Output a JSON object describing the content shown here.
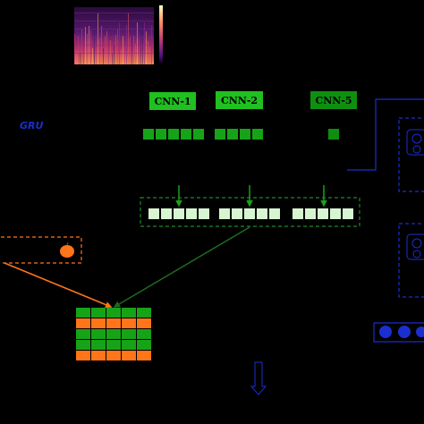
{
  "cnn_blocks": [
    {
      "label": "CNN-1",
      "color": "#1fc01f",
      "feature_count": 5
    },
    {
      "label": "CNN-2",
      "color": "#1fc01f",
      "feature_count": 4
    },
    {
      "label": "CNN-5",
      "color": "#0f8f0f",
      "feature_count": 1
    }
  ],
  "gru_label": "GRU",
  "pooled_feature_groups": [
    5,
    5,
    5
  ],
  "grid": {
    "rows": 5,
    "cols": 5,
    "row_colors": [
      "#17a317",
      "#ff7518",
      "#17a317",
      "#17a317",
      "#ff7518"
    ]
  },
  "colors": {
    "background": "#000000",
    "cnn_feature": "#17a317",
    "pooled_feature": "#d8f5d2",
    "dashed_green": "#1a8a2a",
    "arrow_green": "#17a317",
    "orange": "#ff7518",
    "blue": "#1a2fd0"
  },
  "icons": [
    "spectrogram-icon",
    "pumpkin-icon",
    "gru-cell-icon"
  ]
}
